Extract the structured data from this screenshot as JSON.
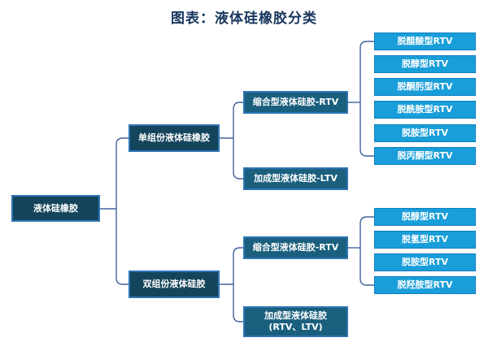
{
  "title": "图表：液体硅橡胶分类",
  "colors": {
    "title": "#17365d",
    "dark_box_fill": "#14455c",
    "level3_box_fill": "#1a5f7d",
    "dark_box_border": "#2e75b6",
    "leaf_box_fill": "#199ed9",
    "leaf_box_border": "#0d7fc2",
    "connector": "#44639e",
    "box_text": "#ffffff"
  },
  "nodes": {
    "root": "液体硅橡胶",
    "single_component": "单组份液体硅橡胶",
    "double_component": "双组份液体硅胶",
    "condensation_top": "缩合型液体硅胶-RTV",
    "addition_top": "加成型液体硅胶-LTV",
    "condensation_bottom": "缩合型液体硅胶-RTV",
    "addition_bottom": "加成型液体硅胶(RTV、LTV)",
    "leaves_top": [
      "脱醋酸型RTV",
      "脱醇型RTV",
      "脱酮肟型RTV",
      "脱酰胺型RTV",
      "脱胺型RTV",
      "脱丙酮型RTV"
    ],
    "leaves_bottom": [
      "脱醇型RTV",
      "脱氢型RTV",
      "脱胺型RTV",
      "脱羟胺型RTV"
    ]
  }
}
